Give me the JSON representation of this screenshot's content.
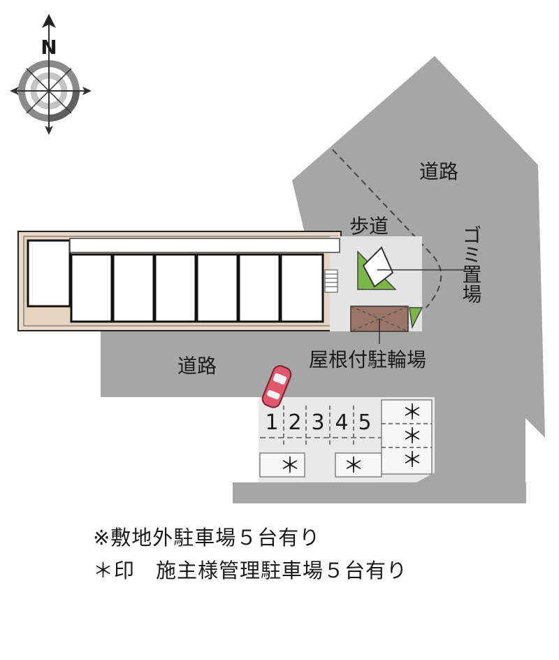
{
  "compass": {
    "north_label": "N"
  },
  "labels": {
    "road_northeast": "道路",
    "sidewalk": "歩道",
    "garbage_area": "ゴミ置場",
    "road_front": "道路",
    "bicycle_parking": "屋根付駐輪場"
  },
  "parking": {
    "numbered_spaces": [
      "1",
      "2",
      "3",
      "4",
      "5"
    ],
    "owner_space_mark": "＊"
  },
  "notes": {
    "offsite_parking": "※敷地外駐車場５台有り",
    "owner_parking": "＊印　施主様管理駐車場５台有り"
  },
  "colors": {
    "road": "#a6a6a6",
    "site": "#e4e4e4",
    "bike_shelter": "#9a7464",
    "car": "#e0576e",
    "hedge": "#7ab648",
    "yard": "#ead9c8"
  }
}
